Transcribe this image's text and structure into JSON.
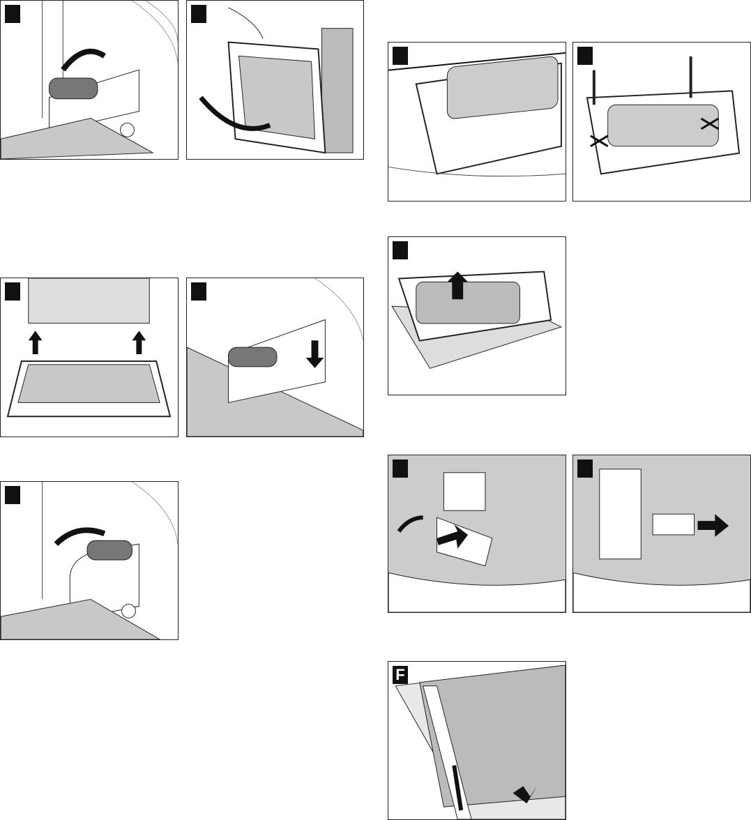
{
  "figures": [
    {
      "id": "hinge-lever-open",
      "label": ""
    },
    {
      "id": "door-lift-off",
      "label": ""
    },
    {
      "id": "door-panel-lying",
      "label": ""
    },
    {
      "id": "door-screws-removed",
      "label": ""
    },
    {
      "id": "inner-pane-lift",
      "label": ""
    },
    {
      "id": "door-reattach",
      "label": ""
    },
    {
      "id": "hinge-lever-lock",
      "label": ""
    },
    {
      "id": "hinge-clip-release",
      "label": ""
    },
    {
      "id": "hinge-clip-remove",
      "label": ""
    },
    {
      "id": "hinge-lever-close",
      "label": ""
    },
    {
      "id": "glass-pane-slide",
      "label": "F"
    }
  ],
  "colors": {
    "label_bg": "#111111",
    "grey_fill": "#c8c8c8",
    "line": "#222222"
  }
}
